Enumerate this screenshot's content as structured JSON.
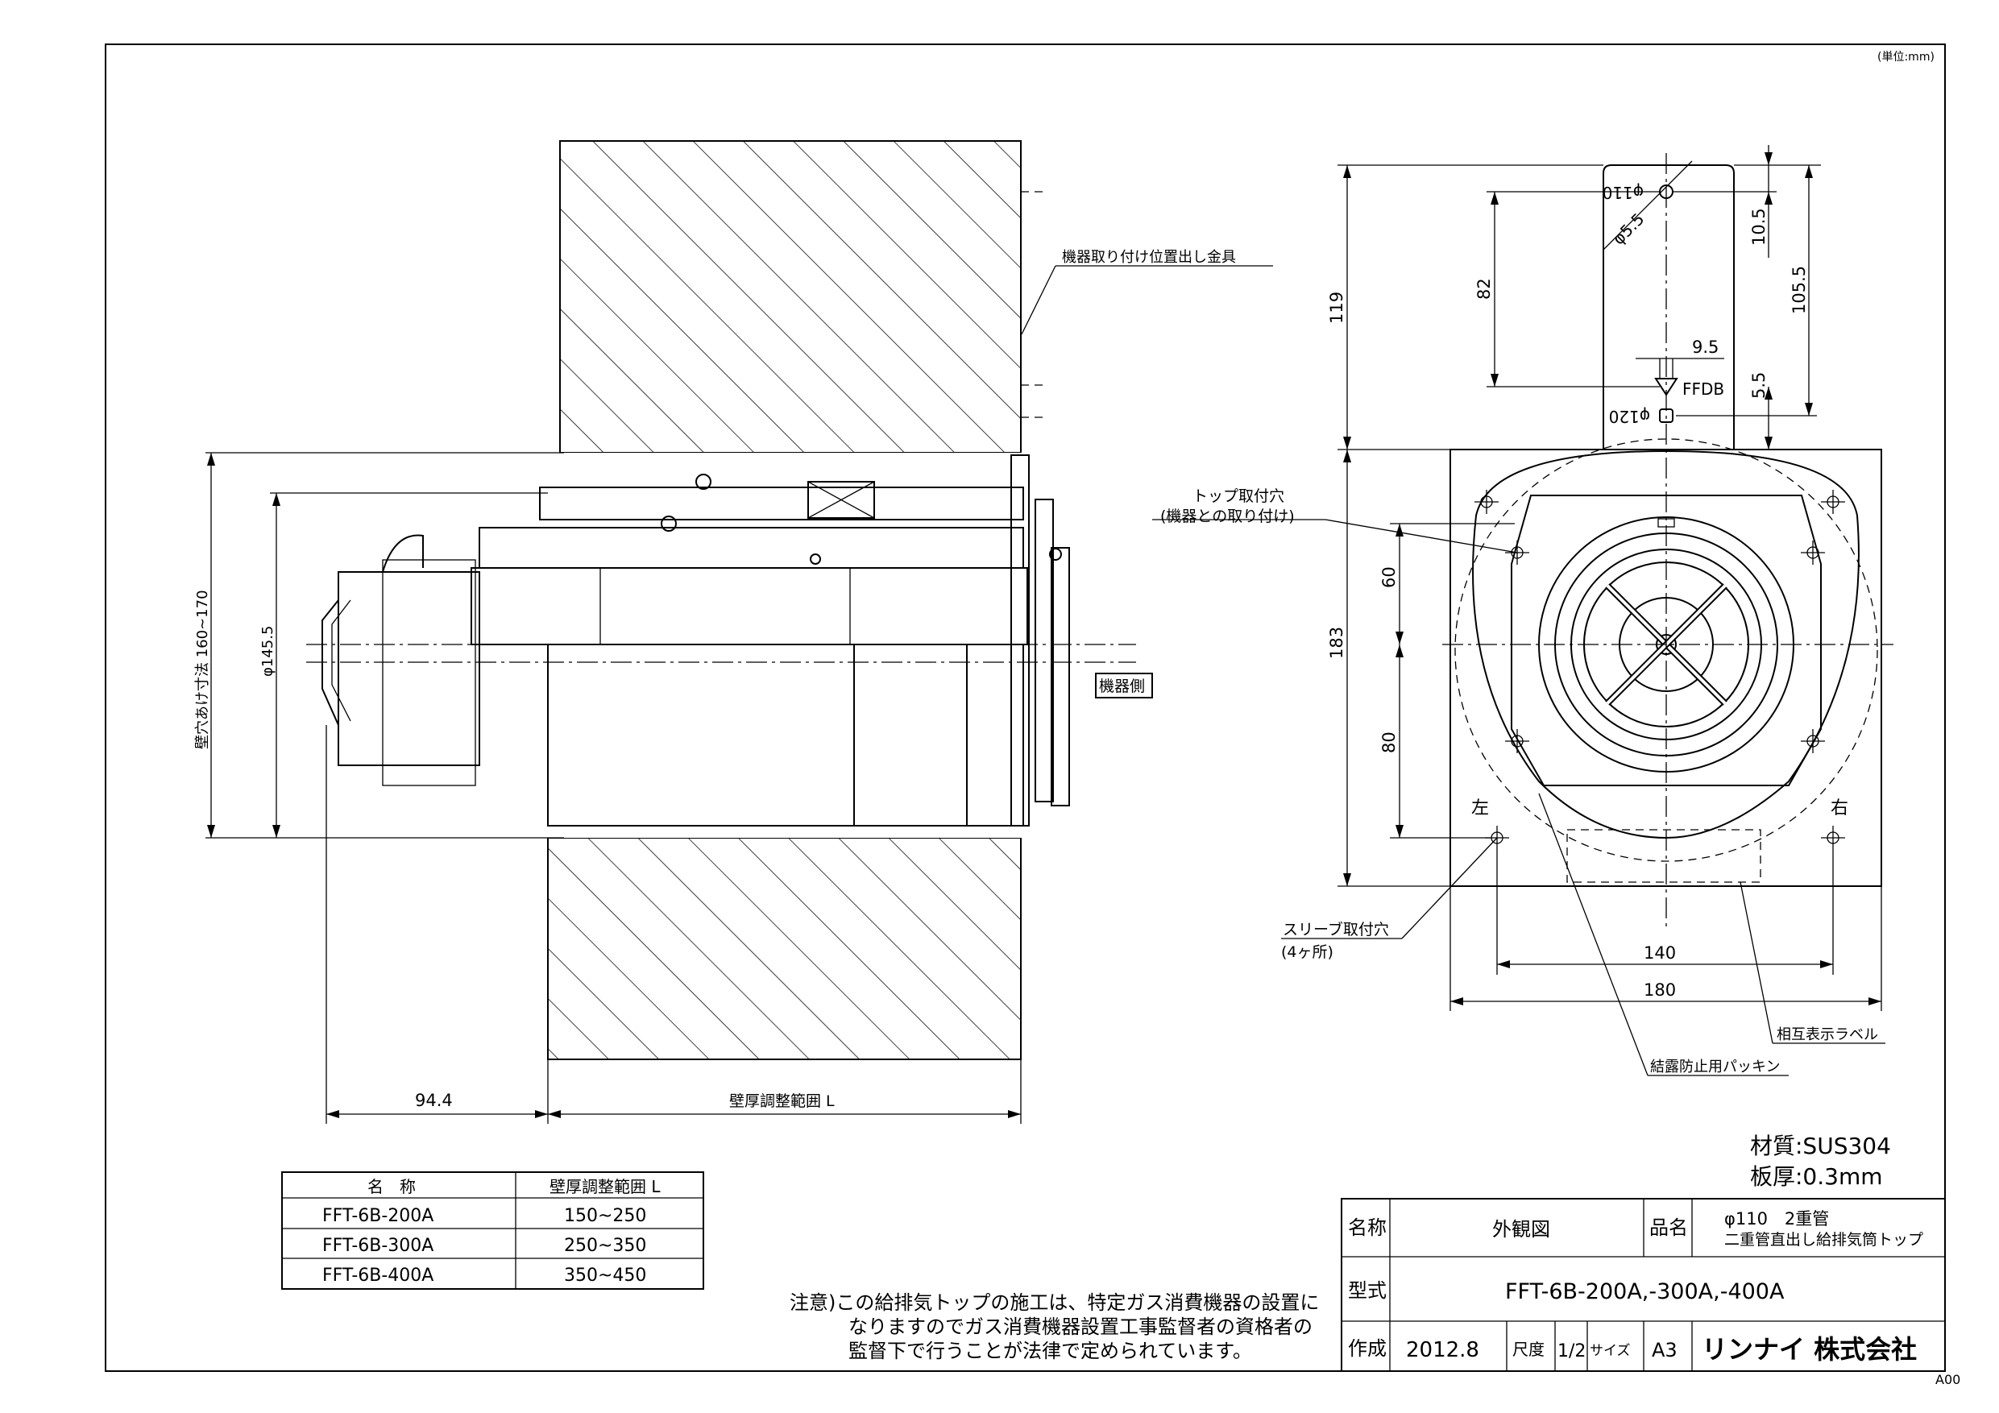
{
  "unit_note": "(単位:mm)",
  "side_view": {
    "label_bracket": "機器取り付け位置出し金具",
    "label_appliance_side": "機器側",
    "dim_wall_hole": "壁穴あけ寸法 160~170",
    "dim_diameter": "φ145.5",
    "dim_offset": "94.4",
    "dim_wall_range": "壁厚調整範囲 L"
  },
  "front_view": {
    "dim_phi110": "φ110",
    "dim_phi55": "φ5.5",
    "dim_82": "82",
    "dim_105": "10.5",
    "dim_1055": "105.5",
    "dim_95": "9.5",
    "dim_55": "5.5",
    "label_ffdb": "FFDB",
    "dim_phi120": "φ120",
    "dim_119": "119",
    "dim_183": "183",
    "dim_60": "60",
    "dim_80": "80",
    "dim_140": "140",
    "dim_180": "180",
    "label_left": "左",
    "label_right": "右",
    "label_top_hole_1": "トップ取付穴",
    "label_top_hole_2": "(機器との取り付け)",
    "label_sleeve_1": "スリーブ取付穴",
    "label_sleeve_2": "(4ヶ所)",
    "label_mutual": "相互表示ラベル",
    "label_packing": "結露防止用パッキン"
  },
  "material": {
    "material": "材質:SUS304",
    "thickness": "板厚:0.3mm"
  },
  "model_table": {
    "headers": [
      "名　称",
      "壁厚調整範囲 L"
    ],
    "rows": [
      [
        "FFT-6B-200A",
        "150~250"
      ],
      [
        "FFT-6B-300A",
        "250~350"
      ],
      [
        "FFT-6B-400A",
        "350~450"
      ]
    ]
  },
  "note": {
    "line1": "注意)この給排気トップの施工は、特定ガス消費機器の設置に",
    "line2": "なりますのでガス消費機器設置工事監督者の資格者の",
    "line3": "監督下で行うことが法律で定められています。"
  },
  "title_block": {
    "name_label": "名称",
    "name_value": "外観図",
    "product_label": "品名",
    "product_value_1": "φ110　2重管",
    "product_value_2": "二重管直出し給排気筒トップ",
    "model_label": "型式",
    "model_value": "FFT-6B-200A,-300A,-400A",
    "date_label": "作成",
    "date_value": "2012.8",
    "scale_label": "尺度",
    "scale_value": "1/2",
    "size_label": "サイズ",
    "size_value": "A3",
    "company": "リンナイ 株式会社"
  },
  "sheet_code": "A00"
}
